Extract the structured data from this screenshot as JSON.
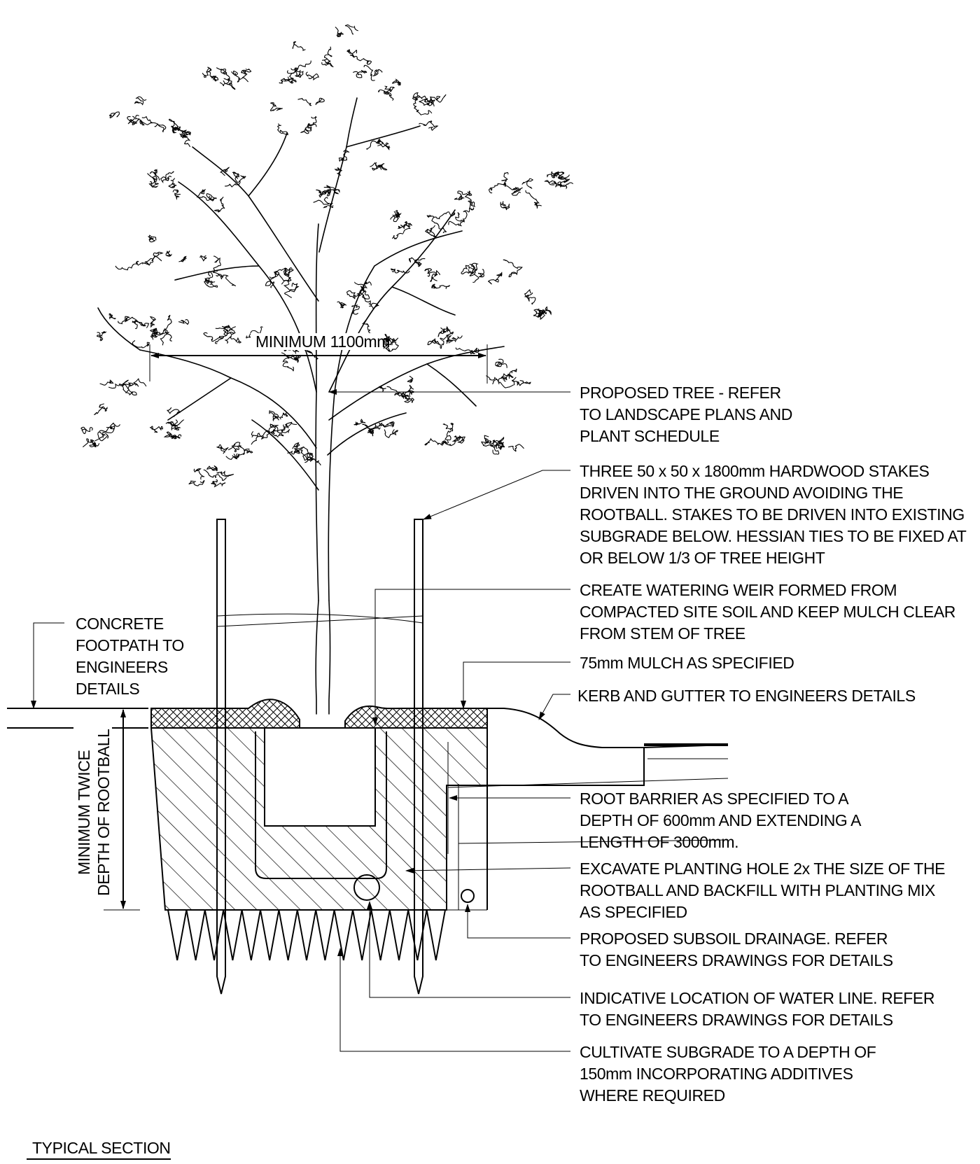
{
  "drawing": {
    "dimension_width": "MINIMUM 1100mm",
    "dimension_depth": [
      "MINIMUM TWICE",
      "DEPTH OF ROOTBALL"
    ],
    "title": "TYPICAL SECTION",
    "callouts": {
      "tree": [
        "PROPOSED TREE - REFER",
        "TO LANDSCAPE PLANS AND",
        "PLANT SCHEDULE"
      ],
      "stakes": [
        "THREE 50 x 50 x 1800mm HARDWOOD STAKES",
        "DRIVEN INTO THE GROUND AVOIDING THE",
        "ROOTBALL. STAKES TO BE DRIVEN INTO EXISTING",
        "SUBGRADE BELOW. HESSIAN TIES TO BE FIXED AT",
        "OR BELOW 1/3 OF TREE HEIGHT"
      ],
      "weir": [
        "CREATE WATERING WEIR FORMED FROM",
        "COMPACTED SITE SOIL AND KEEP MULCH CLEAR",
        "FROM STEM OF TREE"
      ],
      "mulch": [
        "75mm MULCH AS SPECIFIED"
      ],
      "kerb": [
        "KERB AND GUTTER TO ENGINEERS DETAILS"
      ],
      "footpath": [
        "CONCRETE",
        "FOOTPATH TO",
        "ENGINEERS",
        "DETAILS"
      ],
      "barrier": [
        "ROOT BARRIER AS SPECIFIED TO A",
        "DEPTH OF 600mm AND EXTENDING A",
        "LENGTH OF 3000mm."
      ],
      "excavate": [
        "EXCAVATE PLANTING HOLE 2x THE SIZE OF THE",
        "ROOTBALL AND BACKFILL WITH PLANTING MIX",
        "AS SPECIFIED"
      ],
      "drainage": [
        "PROPOSED SUBSOIL DRAINAGE. REFER",
        "TO ENGINEERS DRAWINGS FOR DETAILS"
      ],
      "waterline": [
        "INDICATIVE LOCATION OF WATER LINE. REFER",
        "TO ENGINEERS DRAWINGS FOR DETAILS"
      ],
      "subgrade": [
        "CULTIVATE SUBGRADE TO A DEPTH OF",
        "150mm INCORPORATING ADDITIVES",
        "WHERE REQUIRED"
      ]
    }
  }
}
